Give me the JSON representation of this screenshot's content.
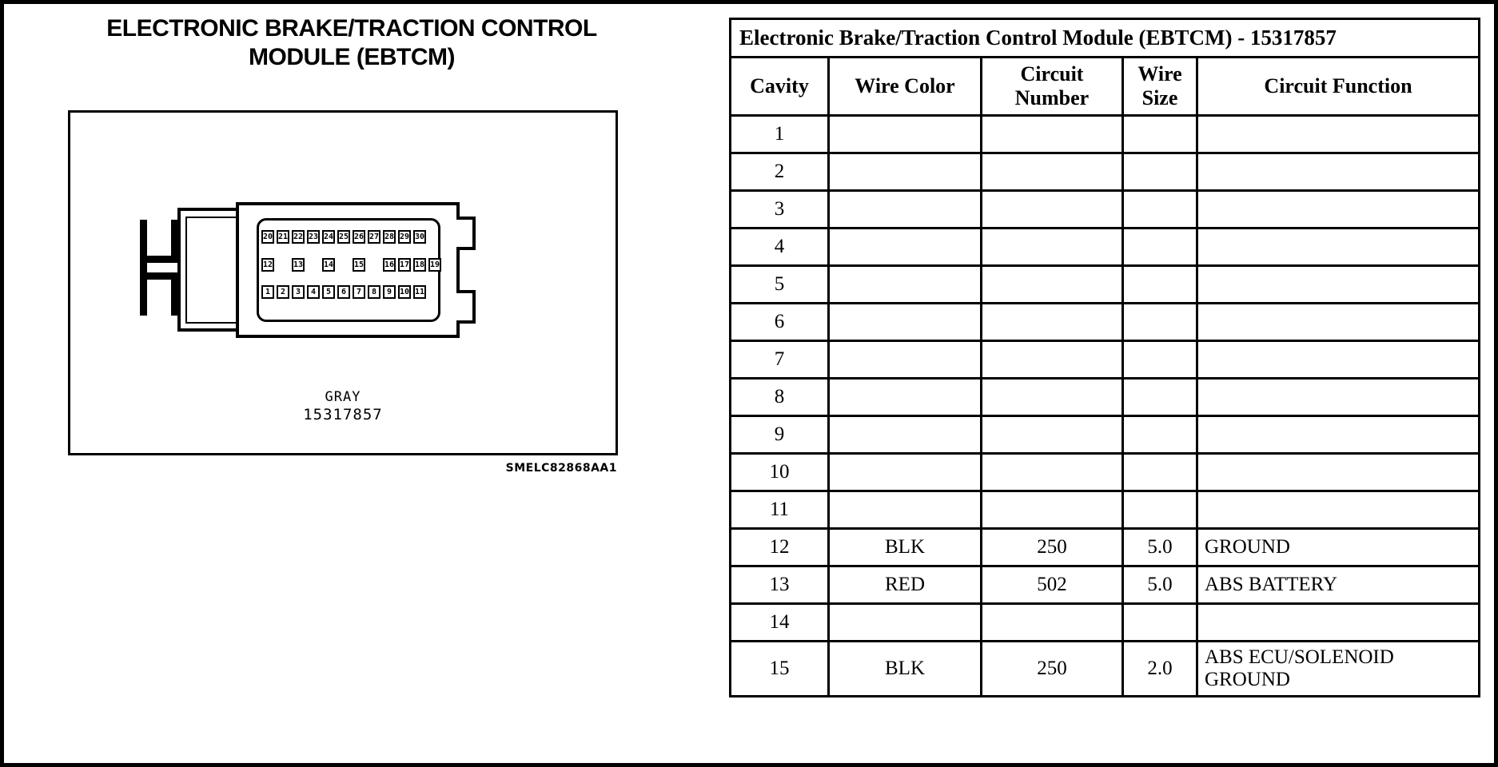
{
  "diagram": {
    "title": "ELECTRONIC BRAKE/TRACTION CONTROL MODULE (EBTCM)",
    "title_line1": "ELECTRONIC BRAKE/TRACTION CONTROL",
    "title_line2": "MODULE (EBTCM)",
    "connector_color": "GRAY",
    "part_number": "15317857",
    "figure_code": "SMELC82868AA1",
    "pin_rows": {
      "top": [
        "20",
        "21",
        "22",
        "23",
        "24",
        "25",
        "26",
        "27",
        "28",
        "29",
        "30"
      ],
      "middle": [
        "12",
        "13",
        "14",
        "15",
        "16",
        "17",
        "18",
        "19"
      ],
      "bottom": [
        "1",
        "2",
        "3",
        "4",
        "5",
        "6",
        "7",
        "8",
        "9",
        "10",
        "11"
      ]
    }
  },
  "table": {
    "title": "Electronic Brake/Traction Control Module (EBTCM) - 15317857",
    "columns": [
      "Cavity",
      "Wire Color",
      "Circuit Number",
      "Wire Size",
      "Circuit Function"
    ],
    "column_header_lines": {
      "cavity": "Cavity",
      "wire_color": "Wire Color",
      "circuit_number_l1": "Circuit",
      "circuit_number_l2": "Number",
      "wire_size_l1": "Wire",
      "wire_size_l2": "Size",
      "circuit_function": "Circuit Function"
    },
    "rows": [
      {
        "cavity": "1",
        "wire_color": "",
        "circuit_number": "",
        "wire_size": "",
        "circuit_function": ""
      },
      {
        "cavity": "2",
        "wire_color": "",
        "circuit_number": "",
        "wire_size": "",
        "circuit_function": ""
      },
      {
        "cavity": "3",
        "wire_color": "",
        "circuit_number": "",
        "wire_size": "",
        "circuit_function": ""
      },
      {
        "cavity": "4",
        "wire_color": "",
        "circuit_number": "",
        "wire_size": "",
        "circuit_function": ""
      },
      {
        "cavity": "5",
        "wire_color": "",
        "circuit_number": "",
        "wire_size": "",
        "circuit_function": ""
      },
      {
        "cavity": "6",
        "wire_color": "",
        "circuit_number": "",
        "wire_size": "",
        "circuit_function": ""
      },
      {
        "cavity": "7",
        "wire_color": "",
        "circuit_number": "",
        "wire_size": "",
        "circuit_function": ""
      },
      {
        "cavity": "8",
        "wire_color": "",
        "circuit_number": "",
        "wire_size": "",
        "circuit_function": ""
      },
      {
        "cavity": "9",
        "wire_color": "",
        "circuit_number": "",
        "wire_size": "",
        "circuit_function": ""
      },
      {
        "cavity": "10",
        "wire_color": "",
        "circuit_number": "",
        "wire_size": "",
        "circuit_function": ""
      },
      {
        "cavity": "11",
        "wire_color": "",
        "circuit_number": "",
        "wire_size": "",
        "circuit_function": ""
      },
      {
        "cavity": "12",
        "wire_color": "BLK",
        "circuit_number": "250",
        "wire_size": "5.0",
        "circuit_function": "GROUND"
      },
      {
        "cavity": "13",
        "wire_color": "RED",
        "circuit_number": "502",
        "wire_size": "5.0",
        "circuit_function": "ABS BATTERY"
      },
      {
        "cavity": "14",
        "wire_color": "",
        "circuit_number": "",
        "wire_size": "",
        "circuit_function": ""
      },
      {
        "cavity": "15",
        "wire_color": "BLK",
        "circuit_number": "250",
        "wire_size": "2.0",
        "circuit_function": "ABS ECU/SOLENOID GROUND"
      }
    ]
  },
  "colors": {
    "ink": "#000000",
    "paper": "#ffffff"
  }
}
